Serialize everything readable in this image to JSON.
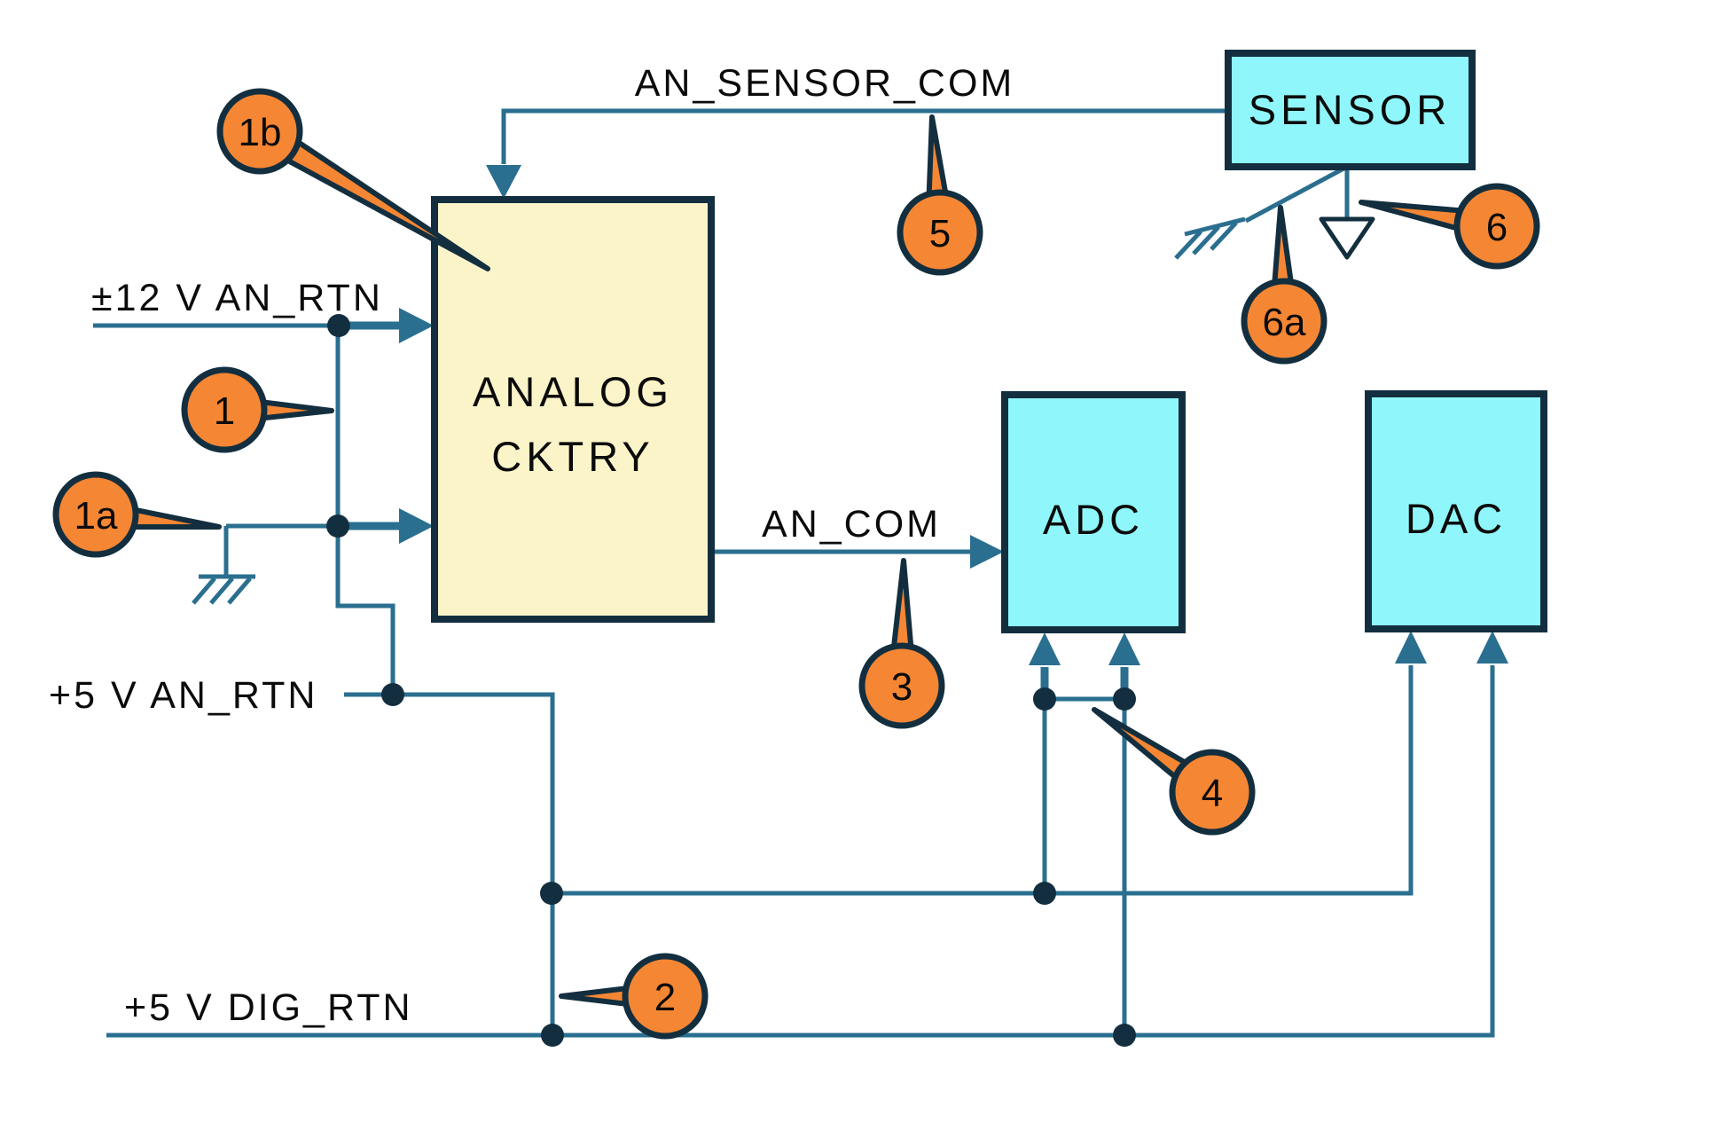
{
  "diagram": {
    "blocks": {
      "analog_line1": "ANALOG",
      "analog_line2": "CKTRY",
      "adc": "ADC",
      "dac": "DAC",
      "sensor": "SENSOR"
    },
    "net_labels": {
      "an_sensor_com": "AN_SENSOR_COM",
      "an_com": "AN_COM",
      "rtn_12v": "±12 V AN_RTN",
      "rtn_5v_an": "+5 V AN_RTN",
      "rtn_5v_dig": "+5 V DIG_RTN"
    },
    "balloons": [
      {
        "label": "1b"
      },
      {
        "label": "1"
      },
      {
        "label": "1a"
      },
      {
        "label": "2"
      },
      {
        "label": "3"
      },
      {
        "label": "4"
      },
      {
        "label": "5"
      },
      {
        "label": "6"
      },
      {
        "label": "6a"
      }
    ],
    "icons": [
      "chassis-ground-icon",
      "chassis-ground-icon",
      "earth-ground-icon"
    ],
    "colors": {
      "wire": "#2a6f8f",
      "outline": "#132f3f",
      "balloon_fill": "#f58634",
      "analog_fill": "#fbf4c9",
      "digital_fill": "#8ff7fb",
      "background": "#ffffff",
      "text": "#0b0b0b"
    }
  }
}
